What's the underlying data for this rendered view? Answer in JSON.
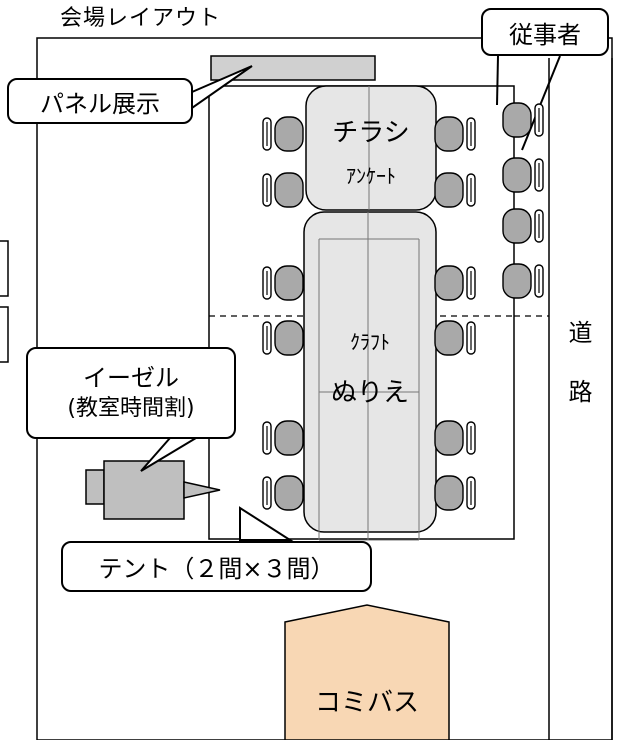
{
  "title": "会場レイアウト",
  "labels": {
    "staff": "従事者",
    "panel": "パネル展示",
    "flyer": "チラシ",
    "survey": "ｱﾝｹｰﾄ",
    "craft": "ｸﾗﾌﾄ",
    "coloring": "ぬりえ",
    "easel": "イーゼル",
    "timetable": "(教室時間割)",
    "tent": "テント（２間×３間）",
    "road_1": "道",
    "road_2": "路",
    "bus": "コミバス"
  },
  "colors": {
    "chair": "#a9a9a9",
    "table": "#e6e6e6",
    "panel": "#d0d0d0",
    "projector": "#bfbfbf",
    "bus": "#f8d7b4"
  }
}
